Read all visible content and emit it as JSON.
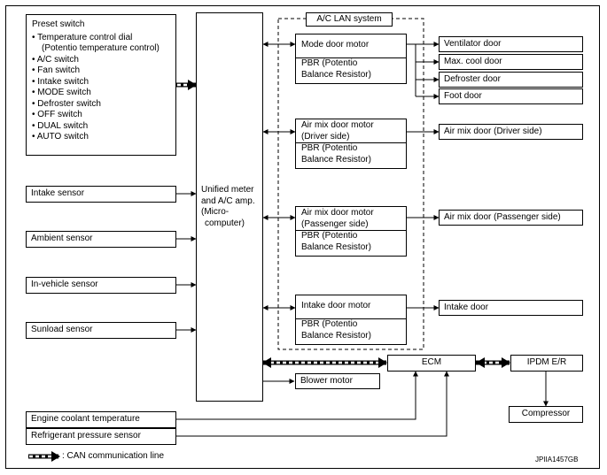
{
  "preset": {
    "title": "Preset switch",
    "items": [
      "• Temperature control dial",
      "(Potentio temperature control)",
      "• A/C switch",
      "• Fan switch",
      "• Intake switch",
      "• MODE switch",
      "• Defroster switch",
      "• OFF switch",
      "• DUAL switch",
      "• AUTO switch"
    ]
  },
  "sensors": {
    "intake": "Intake sensor",
    "ambient": "Ambient sensor",
    "invehicle": "In-vehicle sensor",
    "sunload": "Sunload sensor",
    "coolant": "Engine coolant temperature",
    "refrigerant": "Refrigerant pressure sensor"
  },
  "amp": {
    "l1": "Unified meter",
    "l2": "and A/C amp.",
    "l3": "(Micro-",
    "l4": "computer)"
  },
  "aclan": {
    "title": "A/C LAN system"
  },
  "motors": {
    "mode": {
      "name1": "Mode door motor",
      "name2": "",
      "pbr1": "PBR (Potentio",
      "pbr2": "Balance Resistor)"
    },
    "airmix_driver": {
      "name1": "Air mix door motor",
      "name2": "(Driver side)",
      "pbr1": "PBR (Potentio",
      "pbr2": "Balance Resistor)"
    },
    "airmix_passenger": {
      "name1": "Air mix door motor",
      "name2": "(Passenger side)",
      "pbr1": "PBR (Potentio",
      "pbr2": "Balance Resistor)"
    },
    "intake": {
      "name1": "Intake door motor",
      "name2": "",
      "pbr1": "PBR (Potentio",
      "pbr2": "Balance Resistor)"
    }
  },
  "doors": {
    "ventilator": "Ventilator door",
    "maxcool": "Max. cool door",
    "defroster": "Defroster door",
    "foot": "Foot door",
    "airmix_driver": "Air mix door (Driver side)",
    "airmix_passenger": "Air mix door (Passenger side)",
    "intake": "Intake door"
  },
  "ecm": "ECM",
  "ipdm": "IPDM E/R",
  "compressor": "Compressor",
  "blower": "Blower motor",
  "legend": {
    "label": ": CAN communication line"
  },
  "figure_id": "JPIIA1457GB"
}
